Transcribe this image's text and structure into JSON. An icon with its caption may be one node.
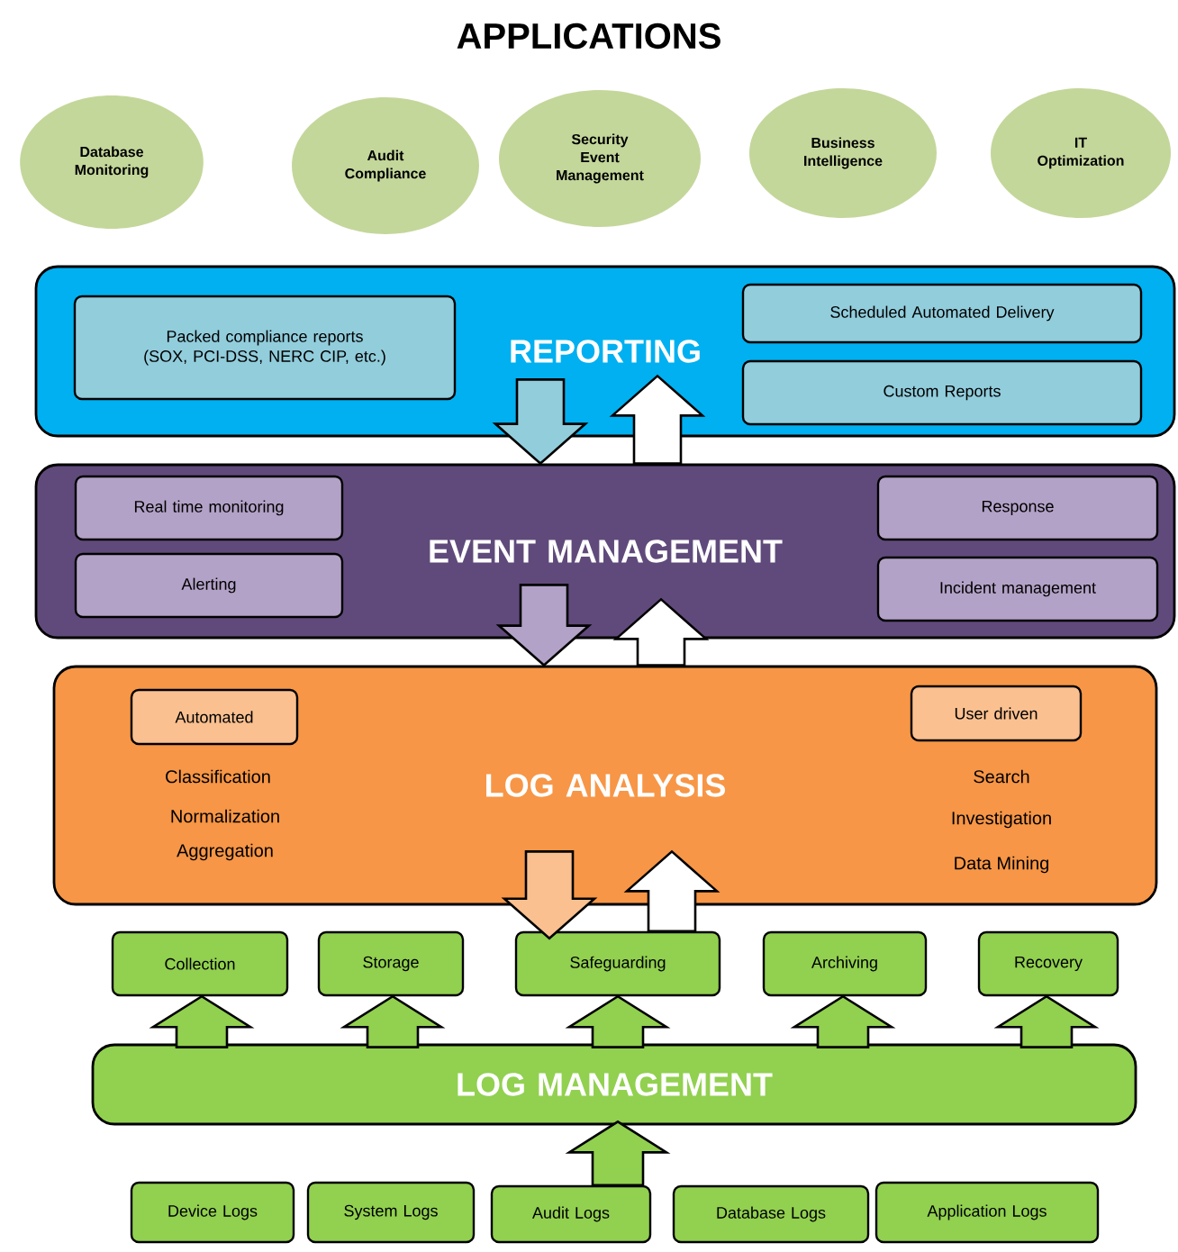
{
  "diagram": {
    "title": "APPLICATIONS",
    "nodes": [
      {
        "text": [
          "Database Monitoring"
        ]
      },
      {
        "text": [
          "Audit Compliance"
        ]
      },
      {
        "text": [
          "Security Event Management"
        ]
      },
      {
        "text": [
          "Business Intelligence"
        ]
      },
      {
        "text": [
          "IT Optimization"
        ]
      },
      {
        "text": [
          "REPORTING"
        ]
      },
      {
        "text": [
          "Packed compliance reports (SOX, PCI-DSS, NERC CIP, etc.)"
        ],
        "in": 5
      },
      {
        "text": [
          "Scheduled Automated Delivery"
        ],
        "in": 5
      },
      {
        "text": [
          "Custom Reports"
        ],
        "in": 5
      },
      {
        "text": [
          "EVENT MANAGEMENT"
        ]
      },
      {
        "text": [
          "Real time monitoring"
        ],
        "in": 9
      },
      {
        "text": [
          "Alerting"
        ],
        "in": 9
      },
      {
        "text": [
          "Response"
        ],
        "in": 9
      },
      {
        "text": [
          "Incident management"
        ],
        "in": 9
      },
      {
        "text": [
          "LOG ANALYSIS"
        ]
      },
      {
        "text": [
          "Automated"
        ],
        "in": 14
      },
      {
        "text": [
          "User driven"
        ],
        "in": 14
      },
      {
        "text": [
          "Collection"
        ]
      },
      {
        "text": [
          "Storage"
        ]
      },
      {
        "text": [
          "Safeguarding"
        ]
      },
      {
        "text": [
          "Archiving"
        ]
      },
      {
        "text": [
          "Recovery"
        ]
      },
      {
        "text": [
          "LOG MANAGEMENT"
        ]
      },
      {
        "text": [
          "Device Logs"
        ]
      },
      {
        "text": [
          "System Logs"
        ]
      },
      {
        "text": [
          "Audit Logs"
        ]
      },
      {
        "text": [
          "Database Logs"
        ]
      },
      {
        "text": [
          "Application Logs"
        ]
      }
    ],
    "edges": [
      {
        "from": 5,
        "to": 9,
        "arrow": "to",
        "color": "#92cddc"
      },
      {
        "from": 9,
        "to": 5,
        "arrow": "to",
        "color": "#ffffff"
      },
      {
        "from": 9,
        "to": 14,
        "arrow": "to",
        "color": "#b3a2c7"
      },
      {
        "from": 14,
        "to": 9,
        "arrow": "to",
        "color": "#ffffff"
      },
      {
        "from": 14,
        "to": 19,
        "arrow": "to",
        "color": "#fac090"
      },
      {
        "from": 19,
        "to": 14,
        "arrow": "to",
        "color": "#ffffff"
      },
      {
        "from": 22,
        "to": 17,
        "arrow": "to"
      },
      {
        "from": 22,
        "to": 18,
        "arrow": "to"
      },
      {
        "from": 22,
        "to": 19,
        "arrow": "to"
      },
      {
        "from": 22,
        "to": 20,
        "arrow": "to"
      },
      {
        "from": 22,
        "to": 21,
        "arrow": "to"
      },
      {
        "from": 25,
        "to": 22,
        "arrow": "to"
      }
    ],
    "labels": [
      "Classification",
      "Normalization",
      "Aggregation",
      "Search",
      "Investigation",
      "Data Mining"
    ]
  }
}
